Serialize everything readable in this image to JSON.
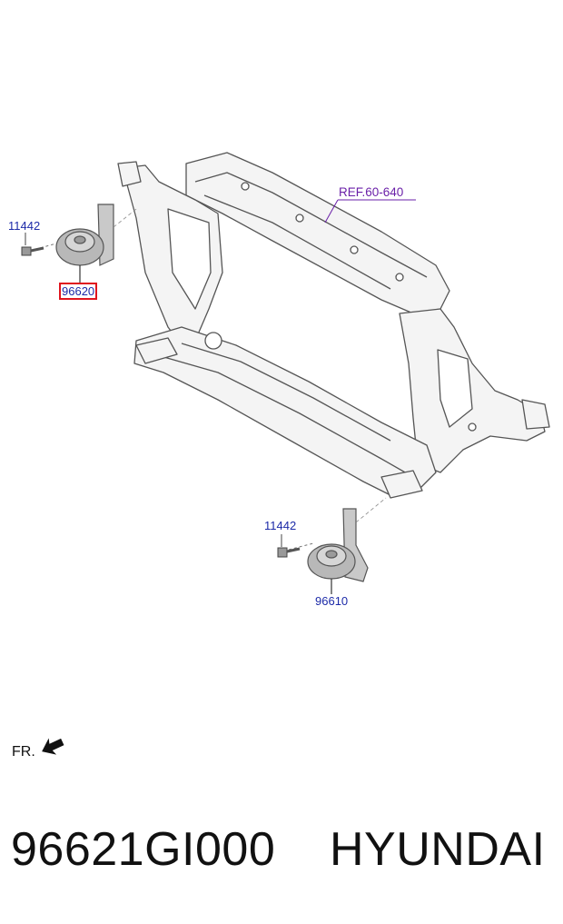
{
  "callouts": {
    "bolt_left": "11442",
    "horn_left": "96620",
    "reference": "REF.60-640",
    "bolt_right": "11442",
    "horn_right": "96610",
    "front_marker": "FR."
  },
  "footer": {
    "part_number": "96621GI000",
    "brand": "HYUNDAI"
  },
  "colors": {
    "callout_text": "#1c2aa8",
    "reference_text": "#6a1fa8",
    "highlight_box": "#e0141e",
    "line_art": "#555555",
    "part_fill": "#b8b8b8"
  }
}
